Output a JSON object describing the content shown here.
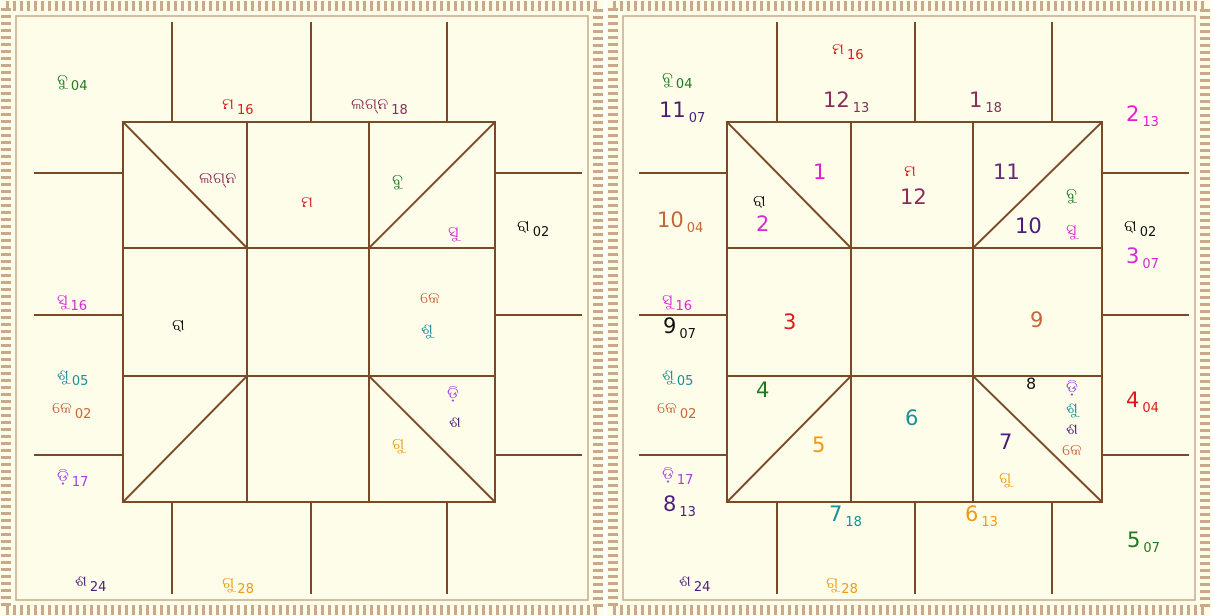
{
  "colors": {
    "background": "#fdfde9",
    "line": "#7a4a26",
    "border_ornament": "#c9a98a",
    "su": "#d42ad4",
    "ma": "#e01818",
    "bu": "#1f7a1f",
    "gu": "#f09a10",
    "shu": "#1a8f9a",
    "sha": "#4b1d7a",
    "ra": "#111111",
    "ke": "#c8643a",
    "lagna": "#8b2d5a",
    "vakri": "#a040e0"
  },
  "left_chart": {
    "outer": [
      {
        "name": "bu",
        "label": "ବୁ",
        "deg": "04"
      },
      {
        "name": "ma",
        "label": "ମ",
        "deg": "16"
      },
      {
        "name": "lagna",
        "label": "ଲଗ୍ନ",
        "deg": "18"
      },
      {
        "name": "ra",
        "label": "ରା",
        "deg": "02"
      },
      {
        "name": "su",
        "label": "ସୁ",
        "deg": "16"
      },
      {
        "name": "shu",
        "label": "ଶୁ",
        "deg": "05"
      },
      {
        "name": "ke",
        "label": "କେ",
        "deg": "02"
      },
      {
        "name": "vakri",
        "label": "ଡ଼ି",
        "deg": "17"
      },
      {
        "name": "sha",
        "label": "ଶ",
        "deg": "24"
      },
      {
        "name": "gu",
        "label": "ଗୁ",
        "deg": "28"
      }
    ],
    "inner": [
      {
        "name": "lagna",
        "label": "ଲଗ୍ନ"
      },
      {
        "name": "ma",
        "label": "ମ"
      },
      {
        "name": "bu",
        "label": "ବୁ"
      },
      {
        "name": "su",
        "label": "ସୁ"
      },
      {
        "name": "ra",
        "label": "ରା"
      },
      {
        "name": "ke",
        "label": "କେ"
      },
      {
        "name": "shu",
        "label": "ଶୁ"
      },
      {
        "name": "vakri",
        "label": "ଡ଼ି"
      },
      {
        "name": "sha",
        "label": "ଶ"
      },
      {
        "name": "gu",
        "label": "ଗୁ"
      }
    ]
  },
  "right_chart": {
    "outer": [
      {
        "name": "ma",
        "label": "ମ",
        "deg": "16"
      },
      {
        "name": "bu",
        "label": "ବୁ",
        "deg": "04"
      },
      {
        "name": "h11",
        "label": "11",
        "deg": "07"
      },
      {
        "name": "h12",
        "label": "12",
        "deg": "13"
      },
      {
        "name": "h1",
        "label": "1",
        "deg": "18"
      },
      {
        "name": "h2",
        "label": "2",
        "deg": "13"
      },
      {
        "name": "h10",
        "label": "10",
        "deg": "04"
      },
      {
        "name": "ra",
        "label": "ରା",
        "deg": "02"
      },
      {
        "name": "h3",
        "label": "3",
        "deg": "07"
      },
      {
        "name": "su",
        "label": "ସୁ",
        "deg": "16"
      },
      {
        "name": "h9",
        "label": "9",
        "deg": "07"
      },
      {
        "name": "shu",
        "label": "ଶୁ",
        "deg": "05"
      },
      {
        "name": "ke",
        "label": "କେ",
        "deg": "02"
      },
      {
        "name": "h4",
        "label": "4",
        "deg": "04"
      },
      {
        "name": "vakri",
        "label": "ଡ଼ି",
        "deg": "17"
      },
      {
        "name": "h8",
        "label": "8",
        "deg": "13"
      },
      {
        "name": "h7",
        "label": "7",
        "deg": "18"
      },
      {
        "name": "h6",
        "label": "6",
        "deg": "13"
      },
      {
        "name": "h5",
        "label": "5",
        "deg": "07"
      },
      {
        "name": "sha",
        "label": "ଶ",
        "deg": "24"
      },
      {
        "name": "gu",
        "label": "ଗୁ",
        "deg": "28"
      }
    ],
    "inner": [
      {
        "name": "h1",
        "label": "1"
      },
      {
        "name": "ra",
        "label": "ରା"
      },
      {
        "name": "h2",
        "label": "2"
      },
      {
        "name": "ma",
        "label": "ମ"
      },
      {
        "name": "h12",
        "label": "12"
      },
      {
        "name": "h11",
        "label": "11"
      },
      {
        "name": "bu",
        "label": "ବୁ"
      },
      {
        "name": "h10",
        "label": "10"
      },
      {
        "name": "su",
        "label": "ସୁ"
      },
      {
        "name": "h3",
        "label": "3"
      },
      {
        "name": "h9",
        "label": "9"
      },
      {
        "name": "h4",
        "label": "4"
      },
      {
        "name": "h8",
        "label": "8"
      },
      {
        "name": "vakri",
        "label": "ଡ଼ି"
      },
      {
        "name": "shu",
        "label": "ଶୁ"
      },
      {
        "name": "sha",
        "label": "ଶ"
      },
      {
        "name": "h6",
        "label": "6"
      },
      {
        "name": "h5",
        "label": "5"
      },
      {
        "name": "h7",
        "label": "7"
      },
      {
        "name": "ke",
        "label": "କେ"
      },
      {
        "name": "gu",
        "label": "ଗୁ"
      }
    ]
  }
}
